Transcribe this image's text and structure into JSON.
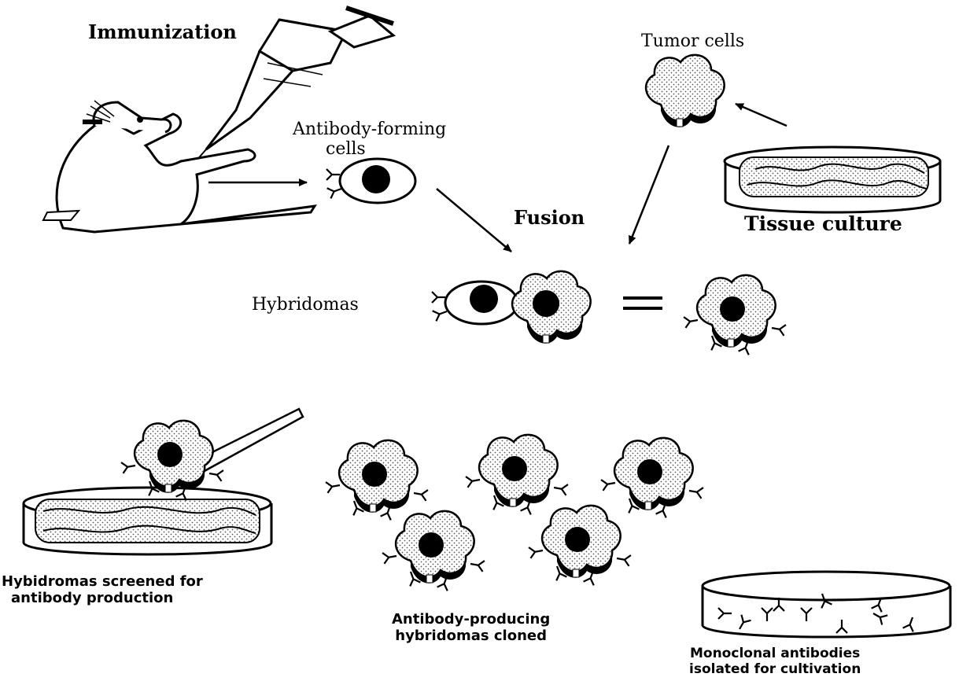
{
  "labels": {
    "immunization": "Immunization",
    "tumor_cells": "Tumor cells",
    "antibody_forming_line1": "Antibody-forming",
    "antibody_forming_line2": "cells",
    "fusion": "Fusion",
    "tissue_culture": "Tissue culture",
    "hybridomas": "Hybridomas",
    "screened_line1": "Hybidromas screened for",
    "screened_line2": "antibody  production",
    "cloned_line1": "Antibody-producing",
    "cloned_line2": "hybridomas cloned",
    "mono_line1": "Monoclonal antibodies",
    "mono_line2": "isolated for cultivation"
  },
  "colors": {
    "ink": "#000000",
    "stipple": "#cfcfcf",
    "background": "#ffffff"
  }
}
